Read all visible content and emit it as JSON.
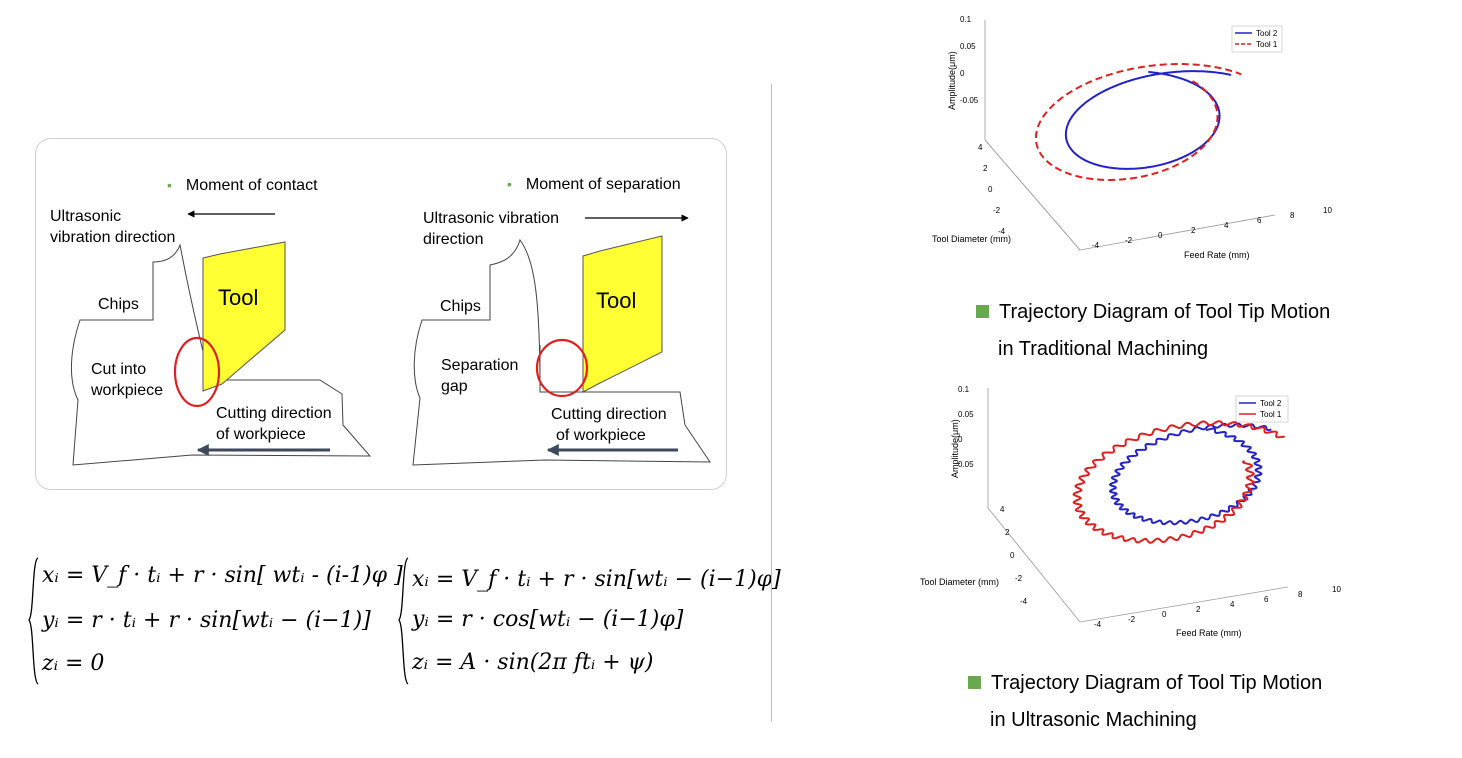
{
  "left_panel": {
    "contact": {
      "moment": "Moment of contact",
      "vibration_line1": "Ultrasonic",
      "vibration_line2": "vibration direction",
      "chips": "Chips",
      "tool": "Tool",
      "cut_line1": "Cut into",
      "cut_line2": "workpiece",
      "cutting_line1": "Cutting direction",
      "cutting_line2": "of workpiece"
    },
    "separation": {
      "moment": "Moment of separation",
      "vibration_line1": "Ultrasonic vibration",
      "vibration_line2": "direction",
      "chips": "Chips",
      "tool": "Tool",
      "gap_line1": "Separation",
      "gap_line2": "gap",
      "cutting_line1": "Cutting direction",
      "cutting_line2": "of workpiece"
    }
  },
  "equations": {
    "traditional": {
      "x": "xᵢ = V_f · tᵢ + r · sin[ wtᵢ - (i-1)φ ]",
      "y": "yᵢ = r · tᵢ + r · sin[wtᵢ − (i−1)]",
      "z": "zᵢ = 0"
    },
    "ultrasonic": {
      "x": "xᵢ = V_f · tᵢ + r · sin[wtᵢ − (i−1)φ]",
      "y": "yᵢ = r · cos[wtᵢ − (i−1)φ]",
      "z": "zᵢ = A · sin(2π ftᵢ + ψ)"
    }
  },
  "chart_data": [
    {
      "type": "line",
      "ylabel": "Amplitude(μm)",
      "xlabel": "Feed Rate (mm)",
      "zlabel": "Tool Diameter (mm)",
      "amplitude_ticks": [
        "0.1",
        "0.05",
        "0",
        "-0.05"
      ],
      "diameter_ticks": [
        "4",
        "2",
        "0",
        "-2",
        "-4"
      ],
      "feed_ticks": [
        "-4",
        "-2",
        "0",
        "2",
        "4",
        "6",
        "8",
        "10"
      ],
      "series": [
        {
          "name": "Tool 2",
          "color": "#2323c8",
          "style": "solid"
        },
        {
          "name": "Tool 1",
          "color": "#e02020",
          "style": "dashed"
        }
      ],
      "legend_position": "top-right"
    },
    {
      "type": "line",
      "ylabel": "Amplitude(μm)",
      "xlabel": "Feed Rate (mm)",
      "zlabel": "Tool Diameter (mm)",
      "amplitude_ticks": [
        "0.1",
        "0.05",
        "0",
        "0.05"
      ],
      "diameter_ticks": [
        "4",
        "2",
        "0",
        "-2",
        "-4"
      ],
      "feed_ticks": [
        "-4",
        "-2",
        "0",
        "2",
        "4",
        "6",
        "8",
        "10"
      ],
      "series": [
        {
          "name": "Tool 2",
          "color": "#2323c8",
          "style": "solid"
        },
        {
          "name": "Tool 1",
          "color": "#e02020",
          "style": "solid"
        }
      ],
      "legend_position": "top-right"
    }
  ],
  "captions": {
    "traditional_line1": "Trajectory Diagram of Tool Tip Motion",
    "traditional_line2": "in Traditional Machining",
    "ultrasonic_line1": "Trajectory Diagram of Tool Tip Motion",
    "ultrasonic_line2": "in Ultrasonic Machining"
  },
  "colors": {
    "bullet": "#6aa84f",
    "tool_fill": "#ffff33",
    "circle": "#e02020",
    "arrow": "#3e4a5c"
  }
}
